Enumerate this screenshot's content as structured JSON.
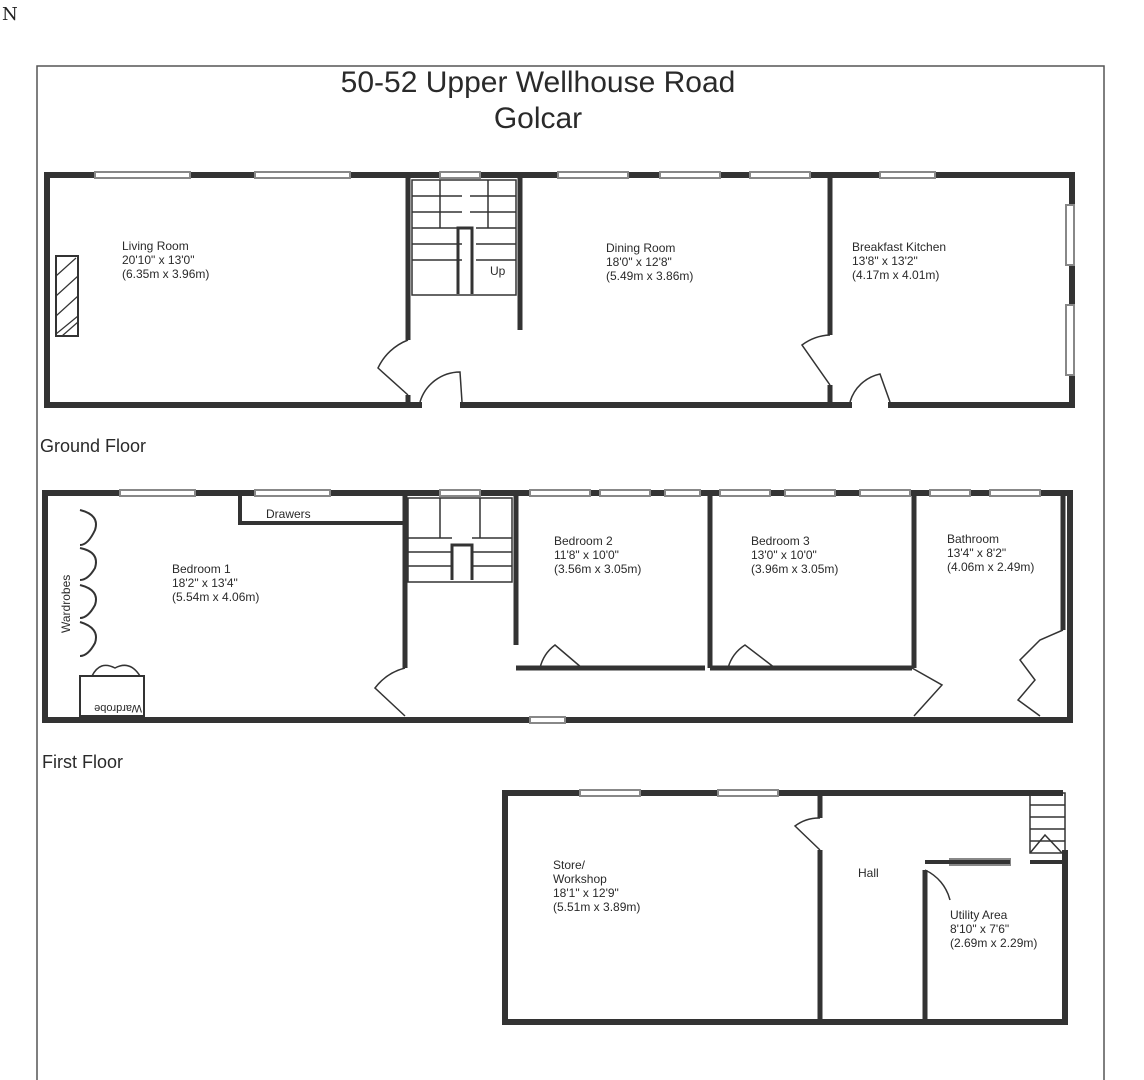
{
  "corner_mark": "N",
  "title": {
    "line1": "50-52 Upper Wellhouse Road",
    "line2": "Golcar"
  },
  "floors": {
    "ground": "Ground Floor",
    "first": "First Floor"
  },
  "rooms": {
    "living_room": {
      "name": "Living Room",
      "imperial": "20'10\" x 13'0\"",
      "metric": "(6.35m x 3.96m)"
    },
    "dining_room": {
      "name": "Dining Room",
      "imperial": "18'0\" x 12'8\"",
      "metric": "(5.49m x 3.86m)"
    },
    "breakfast_kitchen": {
      "name": "Breakfast Kitchen",
      "imperial": "13'8\" x 13'2\"",
      "metric": "(4.17m x 4.01m)"
    },
    "bedroom_1": {
      "name": "Bedroom 1",
      "imperial": "18'2\" x 13'4\"",
      "metric": "(5.54m x 4.06m)"
    },
    "bedroom_2": {
      "name": "Bedroom 2",
      "imperial": "11'8\" x 10'0\"",
      "metric": "(3.56m x 3.05m)"
    },
    "bedroom_3": {
      "name": "Bedroom 3",
      "imperial": "13'0\" x 10'0\"",
      "metric": "(3.96m x 3.05m)"
    },
    "bathroom": {
      "name": "Bathroom",
      "imperial": "13'4\" x 8'2\"",
      "metric": "(4.06m x 2.49m)"
    },
    "store_workshop": {
      "name1": "Store/",
      "name2": "Workshop",
      "imperial": "18'1\" x 12'9\"",
      "metric": "(5.51m x 3.89m)"
    },
    "utility_area": {
      "name": "Utility Area",
      "imperial": "8'10\" x 7'6\"",
      "metric": "(2.69m x 2.29m)"
    }
  },
  "labels": {
    "up": "Up",
    "drawers": "Drawers",
    "wardrobes": "Wardrobes",
    "wardrobe": "Wardrobe",
    "hall": "Hall"
  },
  "colors": {
    "wall": "#333333",
    "window": "#888888",
    "text": "#2a2a2a"
  }
}
